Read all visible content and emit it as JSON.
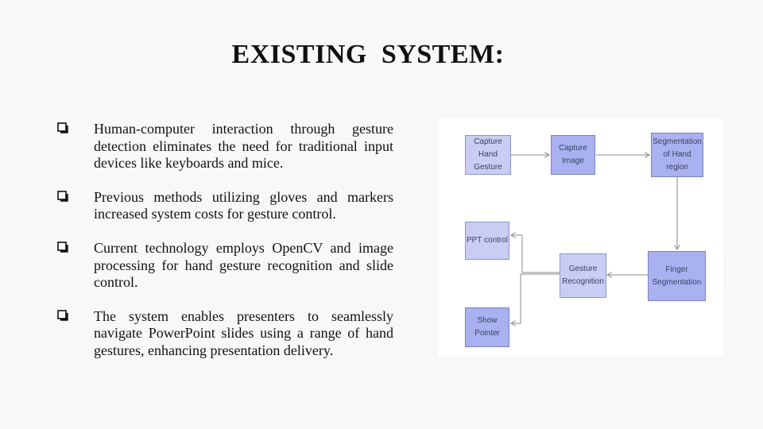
{
  "slide": {
    "title": "EXISTING  SYSTEM:"
  },
  "bullets": [
    {
      "icon": "checkbox-outline-icon",
      "text": "Human-computer interaction through gesture detection eliminates the need for traditional input devices like keyboards and mice."
    },
    {
      "icon": "checkbox-outline-icon",
      "text": "Previous methods utilizing gloves and markers increased system costs for gesture control."
    },
    {
      "icon": "checkbox-outline-icon",
      "text": "Current technology employs OpenCV and image processing for hand gesture recognition and slide control."
    },
    {
      "icon": "checkbox-outline-icon",
      "text": "The system enables presenters to seamlessly navigate PowerPoint slides using a range of hand gestures, enhancing presentation delivery."
    }
  ],
  "diagram": {
    "colors": {
      "box_fill": "#a9b1f1",
      "box_fill_light": "#c9cdf5",
      "box_border": "#7b84b5",
      "arrow": "#8a8a8a",
      "background": "#ffffff"
    },
    "nodes": {
      "capture_hand_gesture": "Capture\nHand\nGesture",
      "capture_image": "Capture\nImage",
      "segmentation_hand_region": "Segmentation\nof Hand region",
      "finger_segmentation": "Finger\nSegmentation",
      "gesture_recognition": "Gesture\nRecognition",
      "ppt_control": "PPT control",
      "show_pointer": "Show\nPointer"
    }
  }
}
